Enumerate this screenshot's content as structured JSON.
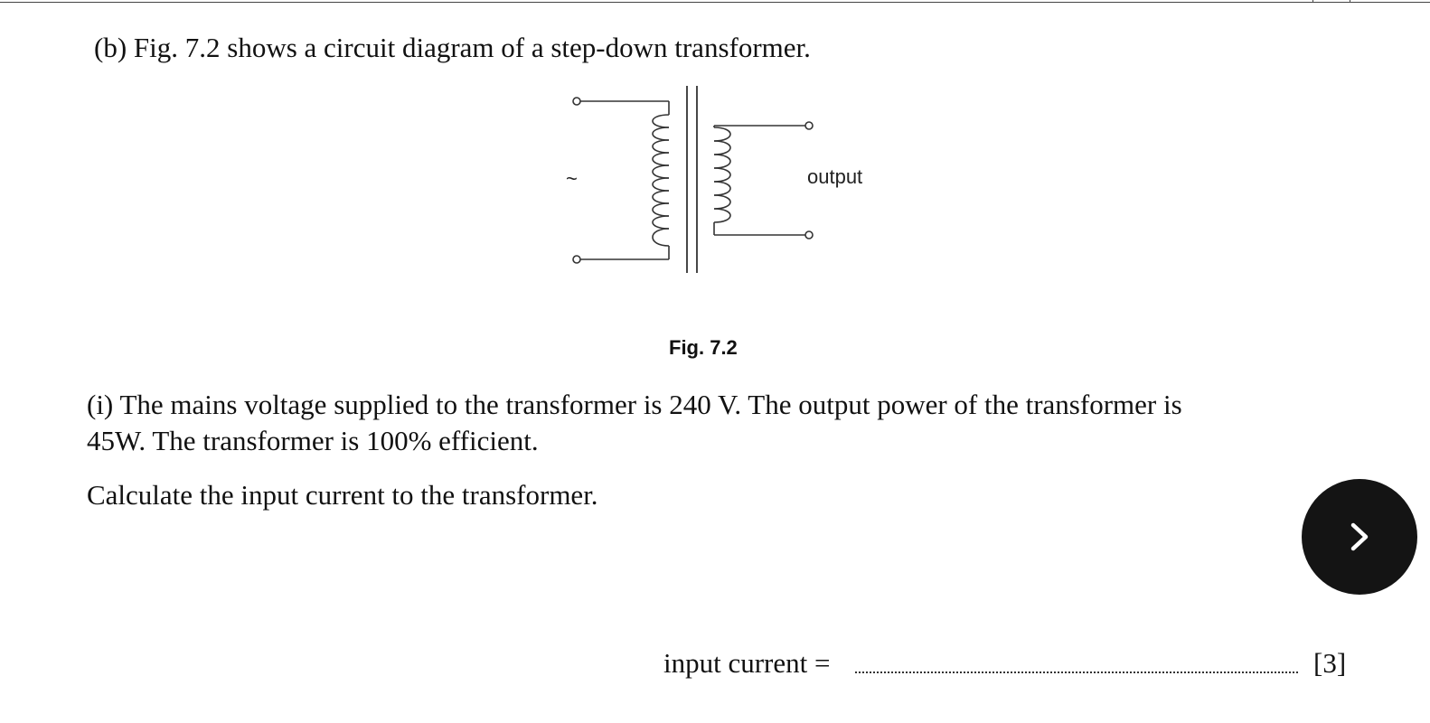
{
  "question_b": {
    "text": "(b) Fig. 7.2 shows a circuit diagram of a step-down transformer."
  },
  "figure": {
    "ac_symbol": "~",
    "output_label": "output",
    "caption": "Fig. 7.2"
  },
  "question_i": {
    "line1": "(i) The mains voltage supplied to the transformer is 240 V. The output power of the transformer is",
    "line2": "45W. The transformer is 100% efficient.",
    "instruction": "Calculate the input current to the transformer."
  },
  "answer": {
    "label": "input current =",
    "marks": "[3]"
  },
  "navigation": {
    "next_icon": "chevron-right-icon",
    "button_color": "#141414"
  }
}
